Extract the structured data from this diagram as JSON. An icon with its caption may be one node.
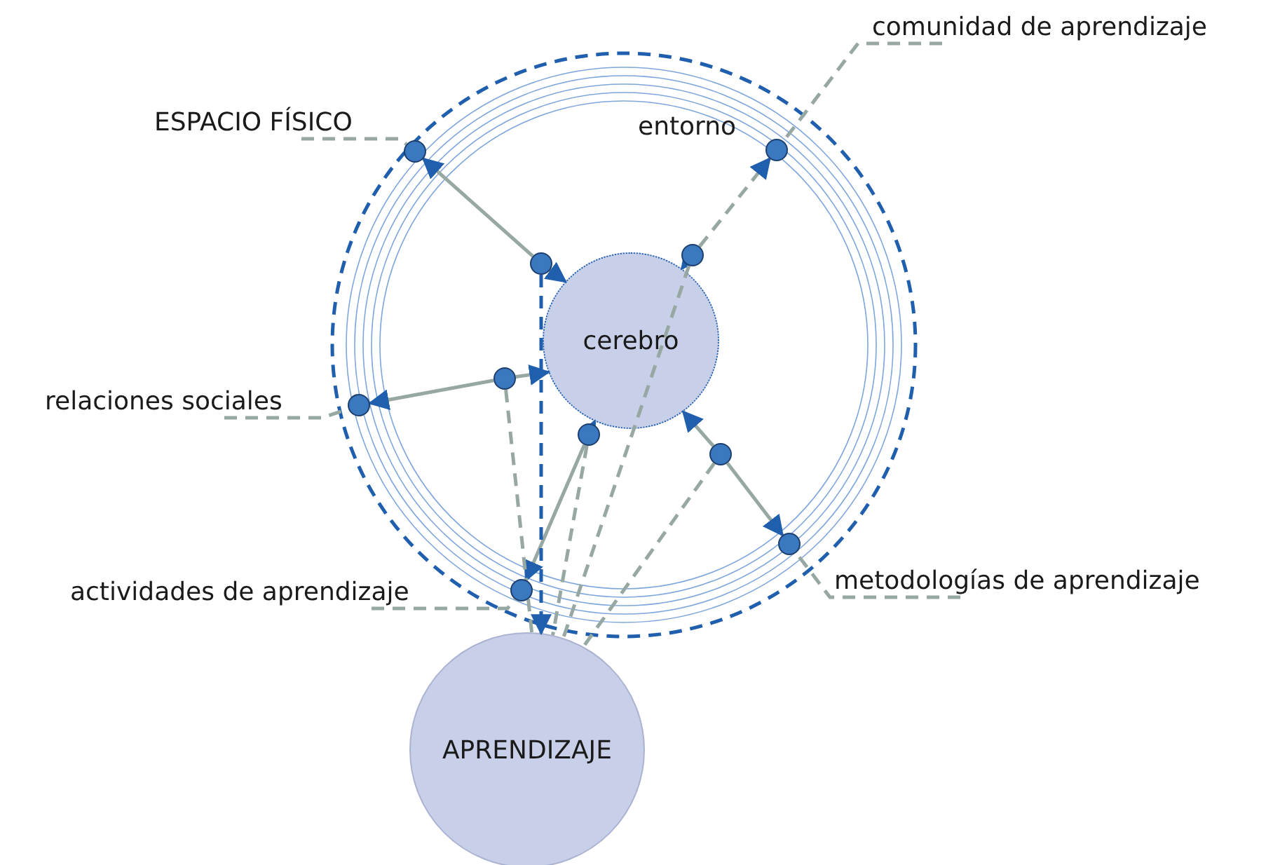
{
  "diagram": {
    "nodes": [
      {
        "text": [
          "entorno"
        ]
      },
      {
        "text": [
          "cerebro"
        ],
        "in": 0
      },
      {
        "text": [
          "APRENDIZAJE"
        ]
      },
      {
        "text": [
          "ESPACIO FÍSICO"
        ]
      },
      {
        "text": [
          "comunidad de aprendizaje"
        ]
      },
      {
        "text": [
          "relaciones sociales"
        ]
      },
      {
        "text": [
          "actividades de aprendizaje"
        ]
      },
      {
        "text": [
          "metodologías de aprendizaje"
        ]
      },
      {
        "text": [],
        "shape": "circle",
        "in": 0
      },
      {
        "text": [],
        "shape": "circle",
        "in": 0
      },
      {
        "text": [],
        "shape": "circle",
        "in": 0
      },
      {
        "text": [],
        "shape": "circle",
        "in": 0
      },
      {
        "text": [],
        "shape": "circle",
        "in": 0
      },
      {
        "text": [],
        "shape": "circle",
        "in": 0
      },
      {
        "text": [],
        "shape": "circle",
        "in": 0
      },
      {
        "text": [],
        "shape": "circle",
        "in": 0
      },
      {
        "text": [],
        "shape": "circle",
        "in": 0
      },
      {
        "text": [],
        "shape": "circle",
        "in": 0
      }
    ],
    "edges": [
      {
        "from": 3,
        "to": 8,
        "arrow": "none",
        "style": "dashed"
      },
      {
        "from": 4,
        "to": 10,
        "arrow": "none",
        "style": "dashed"
      },
      {
        "from": 5,
        "to": 12,
        "arrow": "none",
        "style": "dashed"
      },
      {
        "from": 6,
        "to": 15,
        "arrow": "none",
        "style": "dashed"
      },
      {
        "from": 7,
        "to": 17,
        "arrow": "none",
        "style": "dashed"
      },
      {
        "from": 9,
        "to": 8,
        "arrow": "to"
      },
      {
        "from": 11,
        "to": 10,
        "arrow": "to",
        "style": "dashed"
      },
      {
        "from": 13,
        "to": 12,
        "arrow": "to"
      },
      {
        "from": 14,
        "to": 15,
        "arrow": "to"
      },
      {
        "from": 16,
        "to": 17,
        "arrow": "to"
      },
      {
        "from": 9,
        "to": 1,
        "arrow": "to"
      },
      {
        "from": 11,
        "to": 1,
        "arrow": "to"
      },
      {
        "from": 13,
        "to": 1,
        "arrow": "to"
      },
      {
        "from": 14,
        "to": 1,
        "arrow": "to"
      },
      {
        "from": 16,
        "to": 1,
        "arrow": "to"
      },
      {
        "from": 9,
        "to": 2,
        "arrow": "to",
        "style": "dashed",
        "color": "#1f5fae"
      },
      {
        "from": 13,
        "to": 2,
        "arrow": "none",
        "style": "dashed"
      },
      {
        "from": 14,
        "to": 2,
        "arrow": "none",
        "style": "dashed"
      },
      {
        "from": 11,
        "to": 2,
        "arrow": "none",
        "style": "dashed"
      },
      {
        "from": 16,
        "to": 2,
        "arrow": "none",
        "style": "dashed"
      }
    ]
  }
}
